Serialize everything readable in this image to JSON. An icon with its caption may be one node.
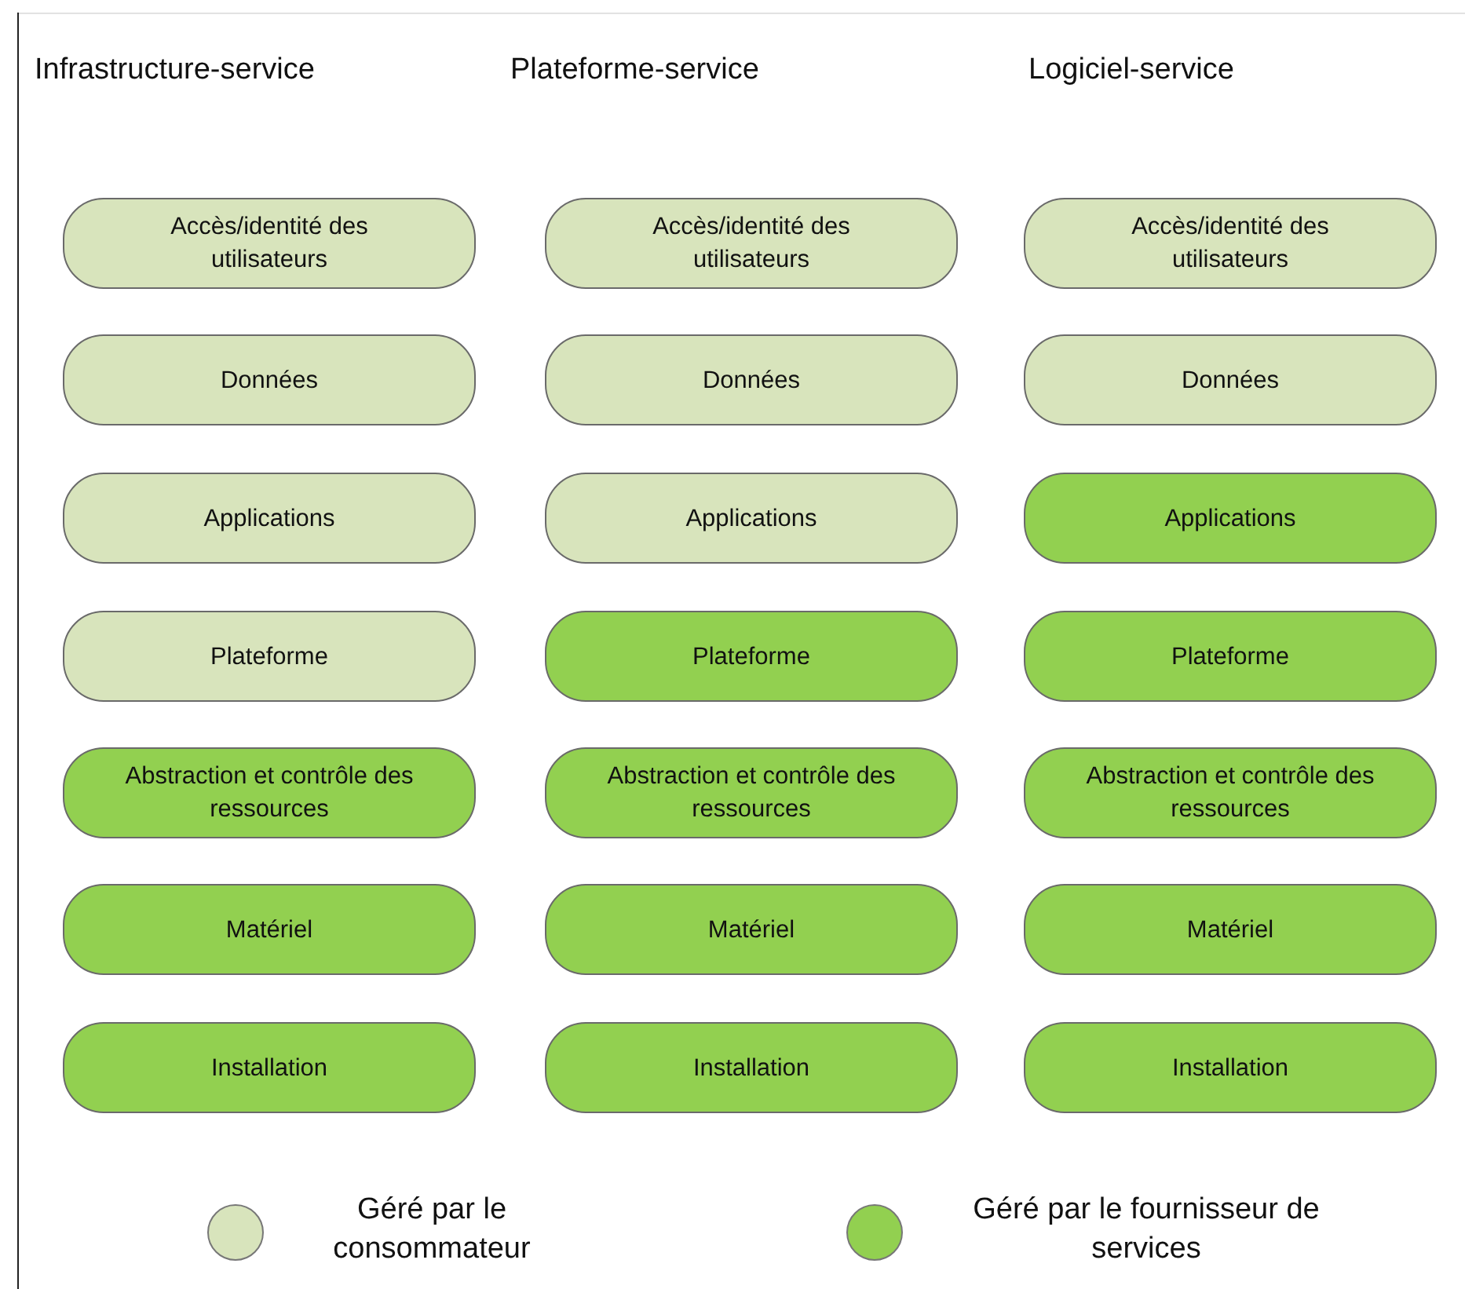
{
  "diagram": {
    "nodes": [
      {
        "text": [
          "Accès/identité des utilisateurs"
        ]
      },
      {
        "text": [
          "Accès/identité des utilisateurs"
        ]
      },
      {
        "text": [
          "Accès/identité des utilisateurs"
        ]
      },
      {
        "text": [
          "Données"
        ]
      },
      {
        "text": [
          "Données"
        ]
      },
      {
        "text": [
          "Données"
        ]
      },
      {
        "text": [
          "Applications"
        ]
      },
      {
        "text": [
          "Applications"
        ]
      },
      {
        "text": [
          "Applications"
        ]
      },
      {
        "text": [
          "Plateforme"
        ]
      },
      {
        "text": [
          "Plateforme"
        ]
      },
      {
        "text": [
          "Plateforme"
        ]
      },
      {
        "text": [
          "Abstraction et contrôle des ressources"
        ]
      },
      {
        "text": [
          "Abstraction et contrôle des ressources"
        ]
      },
      {
        "text": [
          "Abstraction et contrôle des ressources"
        ]
      },
      {
        "text": [
          "Matériel"
        ]
      },
      {
        "text": [
          "Matériel"
        ]
      },
      {
        "text": [
          "Matériel"
        ]
      },
      {
        "text": [
          "Installation"
        ]
      },
      {
        "text": [
          "Installation"
        ]
      },
      {
        "text": [
          "Installation"
        ]
      }
    ],
    "labels": [
      "Infrastructure-service",
      "Plateforme-service",
      "Logiciel-service"
    ],
    "legend": [
      {
        "text": "Géré par le consommateur",
        "color": "#d8e4bc"
      },
      {
        "text": "Géré par le fournisseur de services",
        "color": "#92d050"
      }
    ]
  }
}
